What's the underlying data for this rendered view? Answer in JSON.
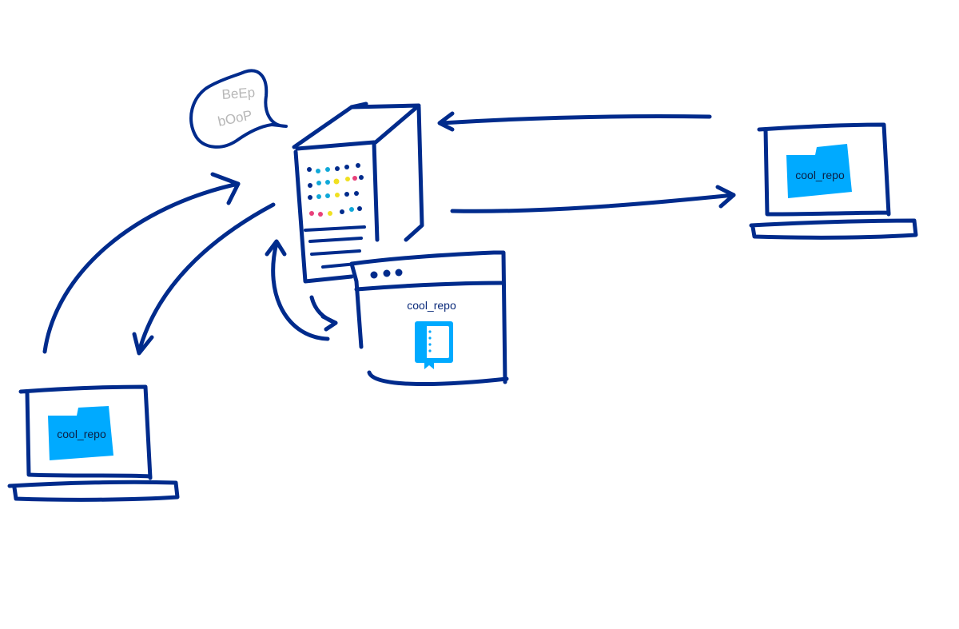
{
  "speech_bubble": {
    "line1": "BeEp",
    "line2": "bOoP"
  },
  "remote_repo": {
    "label": "cool_repo",
    "icon": "repo-book-icon"
  },
  "laptop_left": {
    "folder_label": "cool_repo",
    "icon": "folder-icon"
  },
  "laptop_right": {
    "folder_label": "cool_repo",
    "icon": "folder-icon"
  },
  "colors": {
    "ink": "#002b8c",
    "folder": "#00aaff",
    "speech_text": "#b7b7b7",
    "led_cyan": "#10a8d8",
    "led_yellow": "#f0e020",
    "led_pink": "#e8407a",
    "led_navy": "#002b8c"
  }
}
